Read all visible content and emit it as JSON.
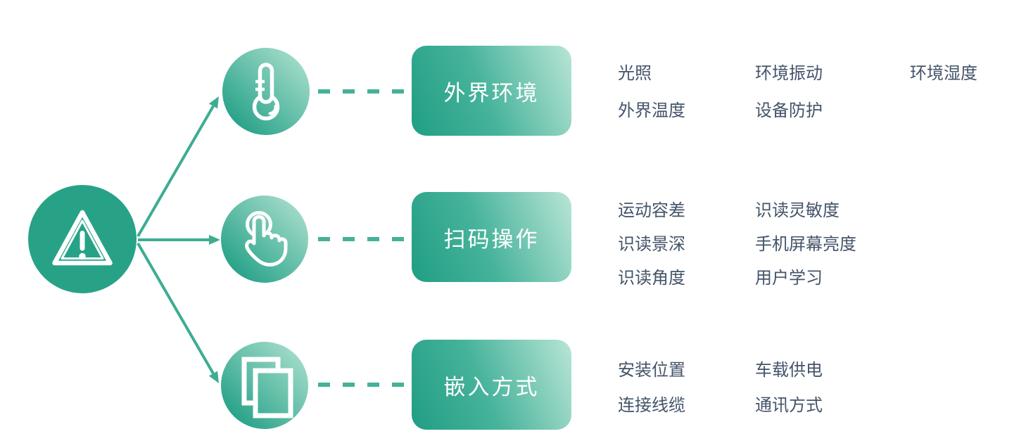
{
  "diagram": {
    "root": {
      "icon": "warning-triangle-icon"
    },
    "branches": [
      {
        "label": "外界环境",
        "icon": "thermometer-icon",
        "factors": [
          [
            "光照",
            "环境振动",
            "环境湿度"
          ],
          [
            "外界温度",
            "设备防护"
          ]
        ]
      },
      {
        "label": "扫码操作",
        "icon": "tap-gesture-icon",
        "factors": [
          [
            "运动容差",
            "识读灵敏度"
          ],
          [
            "识读景深",
            "手机屏幕亮度"
          ],
          [
            "识读角度",
            "用户学习"
          ]
        ]
      },
      {
        "label": "嵌入方式",
        "icon": "copy-pages-icon",
        "factors": [
          [
            "安装位置",
            "车载供电"
          ],
          [
            "连接线缆",
            "通讯方式"
          ]
        ]
      }
    ],
    "colors": {
      "accent_solid": "#27a287",
      "gradient_dark": "#1f9e84",
      "gradient_light": "#b9e5d6",
      "connector_line": "#3dac92",
      "dash_line": "#45b199",
      "factor_text": "#44546a",
      "box_label_text": "#ffffff"
    }
  }
}
